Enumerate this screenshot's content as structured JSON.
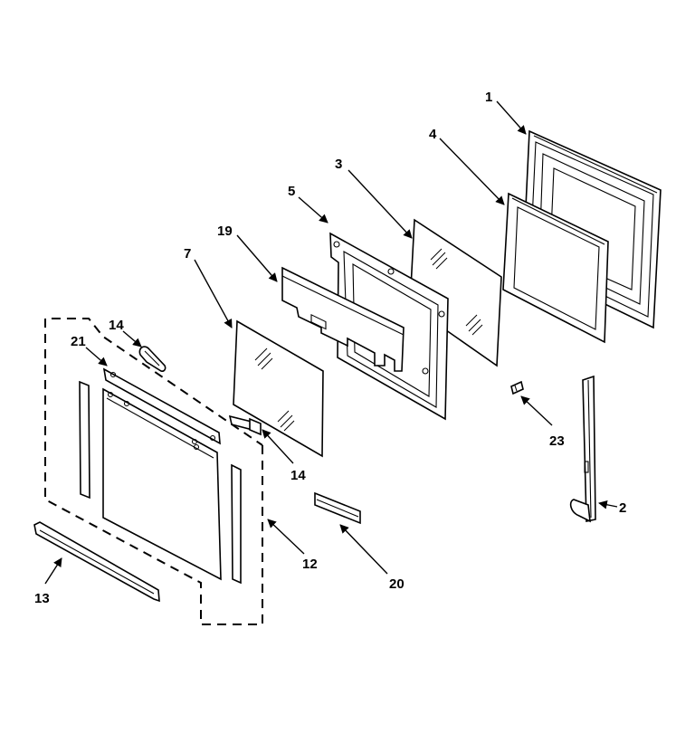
{
  "callouts": [
    {
      "id": "c1",
      "label": "1"
    },
    {
      "id": "c2",
      "label": "2"
    },
    {
      "id": "c3",
      "label": "3"
    },
    {
      "id": "c4",
      "label": "4"
    },
    {
      "id": "c5",
      "label": "5"
    },
    {
      "id": "c7",
      "label": "7"
    },
    {
      "id": "c12",
      "label": "12"
    },
    {
      "id": "c13",
      "label": "13"
    },
    {
      "id": "c14a",
      "label": "14"
    },
    {
      "id": "c14b",
      "label": "14"
    },
    {
      "id": "c19",
      "label": "19"
    },
    {
      "id": "c20",
      "label": "20"
    },
    {
      "id": "c21",
      "label": "21"
    },
    {
      "id": "c23",
      "label": "23"
    }
  ]
}
